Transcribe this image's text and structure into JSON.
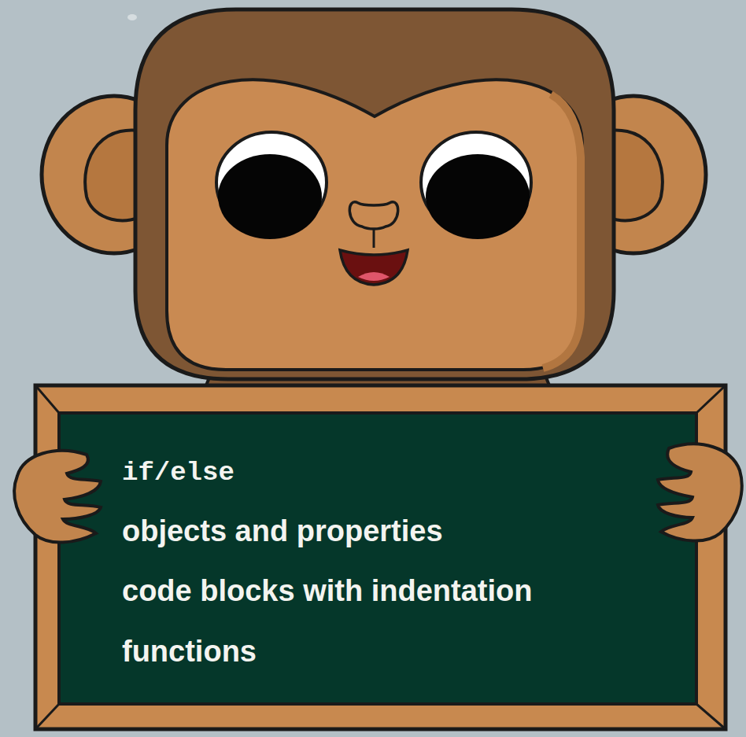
{
  "diagram": {
    "nodes": [
      {
        "text": [
          "if/else",
          "objects and properties",
          "code blocks with indentation",
          "functions"
        ]
      }
    ]
  }
}
